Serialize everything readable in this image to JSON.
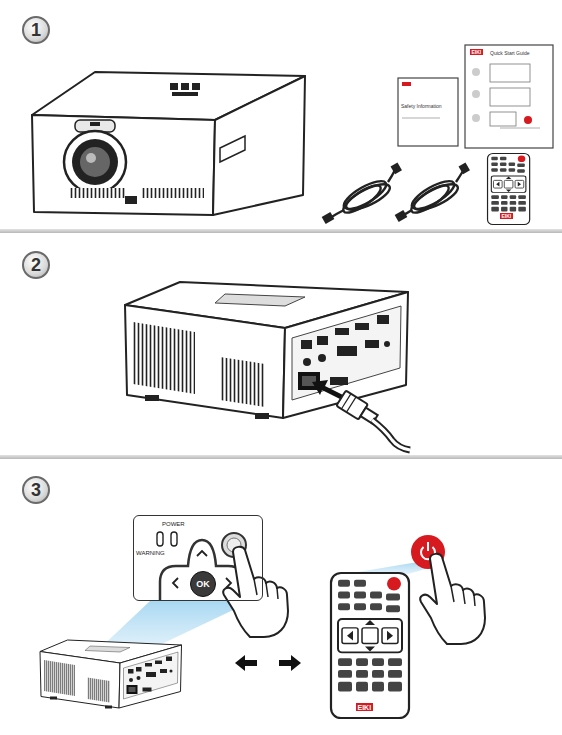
{
  "diagram": {
    "nodes": [
      {
        "text": [
          "1"
        ]
      },
      {
        "text": [
          "2"
        ]
      },
      {
        "text": [
          "3"
        ]
      },
      {
        "text": [
          "POWER",
          "WARNING"
        ]
      },
      {
        "text": [
          "OK"
        ],
        "in": 3
      }
    ],
    "labels": [
      "Safety Information",
      "EIKI",
      "Quick Start Guide",
      "EIKI",
      "EIKI"
    ]
  }
}
